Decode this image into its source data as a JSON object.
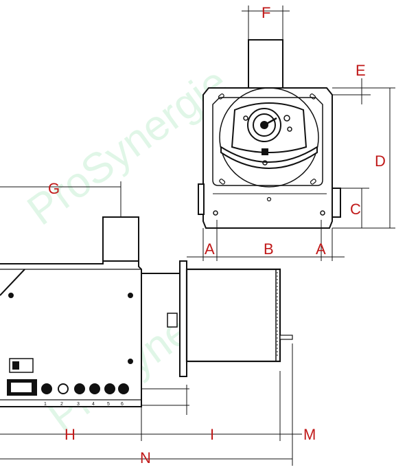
{
  "watermark": "ProSynergie",
  "colors": {
    "label": "#c01818",
    "line": "#111111",
    "watermark": "#c8efd4"
  },
  "dimensions": {
    "A": "A",
    "B": "B",
    "C": "C",
    "D": "D",
    "E": "E",
    "F": "F",
    "G": "G",
    "H": "H",
    "I": "I",
    "M": "M",
    "N": "N"
  }
}
